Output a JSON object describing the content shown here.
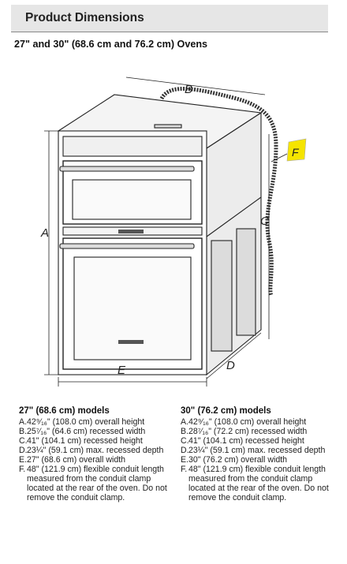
{
  "header": {
    "title": "Product Dimensions"
  },
  "subtitle": "27\" and 30\" (68.6 cm and 76.2 cm) Ovens",
  "diagram": {
    "labels": {
      "A": "A",
      "B": "B",
      "C": "C",
      "D": "D",
      "E": "E",
      "F": "F"
    },
    "callout_color": "#f5e400"
  },
  "models": [
    {
      "title": "27\" (68.6 cm) models",
      "specs": [
        {
          "letter": "A.",
          "text": "42⁹⁄₁₆\" (108.0 cm) overall height"
        },
        {
          "letter": "B.",
          "text": "25⁷⁄₁₆\" (64.6 cm) recessed width"
        },
        {
          "letter": "C.",
          "text": "41\" (104.1 cm) recessed height"
        },
        {
          "letter": "D.",
          "text": "23¼\" (59.1 cm) max. recessed depth"
        },
        {
          "letter": "E.",
          "text": "27\" (68.6 cm) overall width"
        },
        {
          "letter": "F.",
          "text": "48\" (121.9 cm) flexible conduit length measured from the conduit clamp located at the rear of the oven. Do not remove the conduit clamp."
        }
      ]
    },
    {
      "title": "30\" (76.2 cm) models",
      "specs": [
        {
          "letter": "A.",
          "text": "42⁹⁄₁₆\" (108.0 cm) overall height"
        },
        {
          "letter": "B.",
          "text": "28⁷⁄₁₆\" (72.2 cm) recessed width"
        },
        {
          "letter": "C.",
          "text": "41\" (104.1 cm) recessed height"
        },
        {
          "letter": "D.",
          "text": "23¼\" (59.1 cm) max. recessed depth"
        },
        {
          "letter": "E.",
          "text": "30\" (76.2 cm) overall width"
        },
        {
          "letter": "F.",
          "text": "48\" (121.9 cm) flexible conduit length measured from the conduit clamp located at the rear of the oven. Do not remove the conduit clamp."
        }
      ]
    }
  ]
}
